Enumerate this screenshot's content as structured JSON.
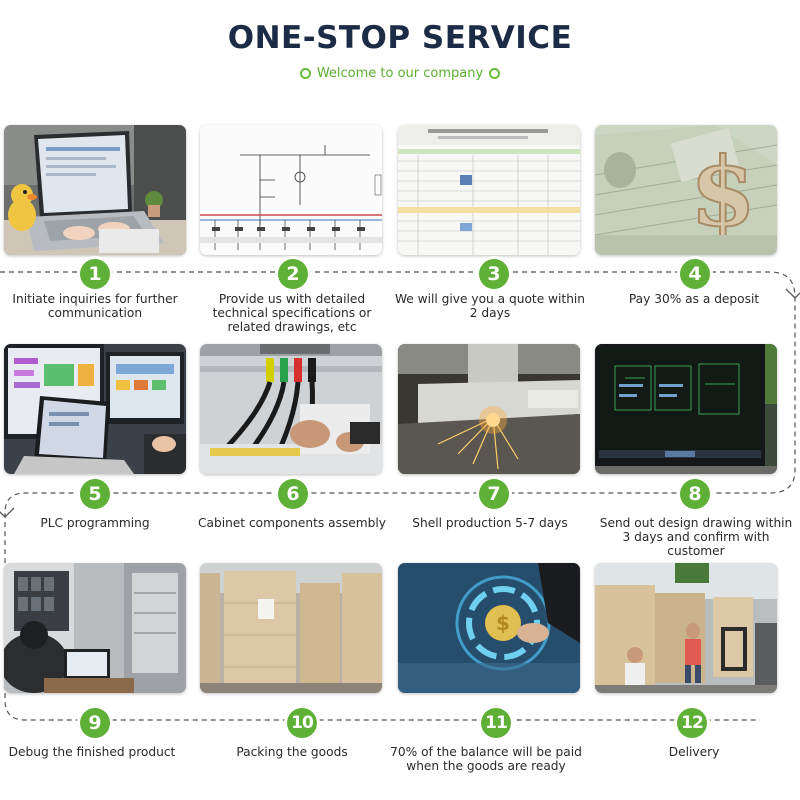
{
  "header": {
    "title": "ONE-STOP SERVICE",
    "subtitle": "Welcome to our company"
  },
  "colors": {
    "accent": "#5fb037",
    "title": "#1c2b46"
  },
  "steps": [
    {
      "number": "1",
      "caption": "Initiate inquiries for further communication",
      "image": "laptop-typing-photo"
    },
    {
      "number": "2",
      "caption": "Provide us with detailed technical specifications or related drawings, etc",
      "image": "electrical-schematic-drawing"
    },
    {
      "number": "3",
      "caption": "We will give you a quote within 2 days",
      "image": "quotation-document"
    },
    {
      "number": "4",
      "caption": "Pay 30% as a deposit",
      "image": "dollar-bills-photo"
    },
    {
      "number": "5",
      "caption": "PLC programming",
      "image": "plc-programming-monitors"
    },
    {
      "number": "6",
      "caption": "Cabinet components assembly",
      "image": "cabinet-wiring-photo"
    },
    {
      "number": "7",
      "caption": "Shell production 5-7 days",
      "image": "laser-cutting-photo"
    },
    {
      "number": "8",
      "caption": "Send out design drawing within 3 days and confirm with customer",
      "image": "cad-design-monitor"
    },
    {
      "number": "9",
      "caption": "Debug the finished product",
      "image": "debugging-cabinet-photo"
    },
    {
      "number": "10",
      "caption": "Packing the goods",
      "image": "wooden-crates-photo"
    },
    {
      "number": "11",
      "caption": "70% of the balance will be paid when the goods are ready",
      "image": "digital-payment-photo"
    },
    {
      "number": "12",
      "caption": "Delivery",
      "image": "loading-delivery-photo"
    }
  ]
}
